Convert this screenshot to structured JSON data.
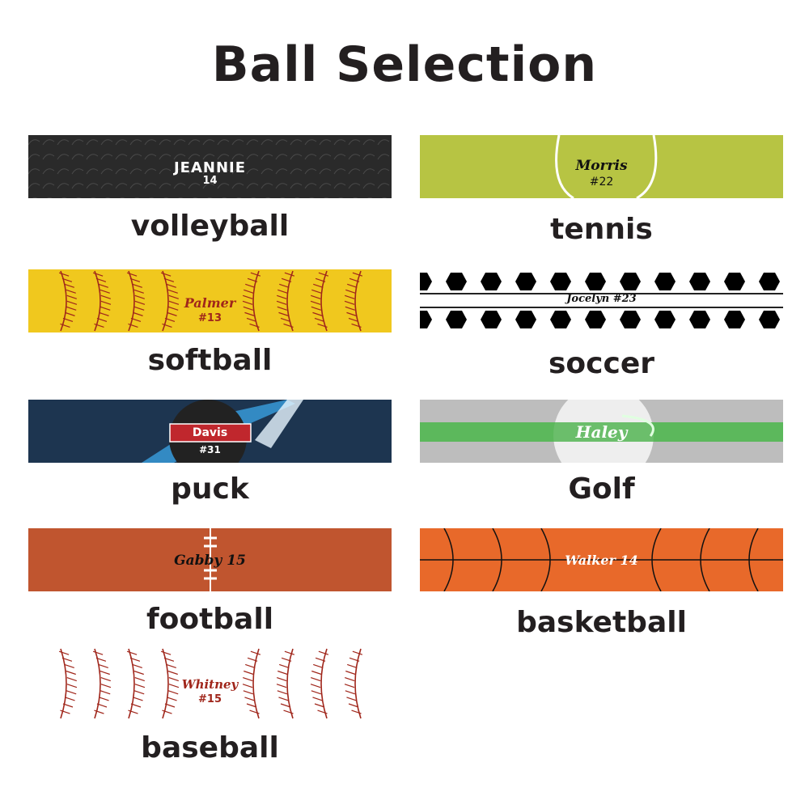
{
  "title": "Ball Selection",
  "colors": {
    "volleyball": "#2a2a2a",
    "tennis": "#b7c443",
    "softball": "#f0c81e",
    "seam": "#a0261b",
    "puck": "#1d3550",
    "golf_bg": "#bdbdbd",
    "golf_stripe": "#5cb85c",
    "football": "#c0552f",
    "basketball": "#e8692a"
  },
  "items": [
    {
      "label": "volleyball",
      "name": "JEANNIE",
      "number": "14"
    },
    {
      "label": "tennis",
      "name": "Morris",
      "number": "#22"
    },
    {
      "label": "softball",
      "name": "Palmer",
      "number": "#13"
    },
    {
      "label": "soccer",
      "name": "Jocelyn #23"
    },
    {
      "label": "puck",
      "name": "Davis",
      "number": "#31"
    },
    {
      "label": "Golf",
      "name": "Haley"
    },
    {
      "label": "football",
      "name": "Gabby 15"
    },
    {
      "label": "basketball",
      "name": "Walker 14"
    },
    {
      "label": "baseball",
      "name": "Whitney",
      "number": "#15"
    }
  ]
}
